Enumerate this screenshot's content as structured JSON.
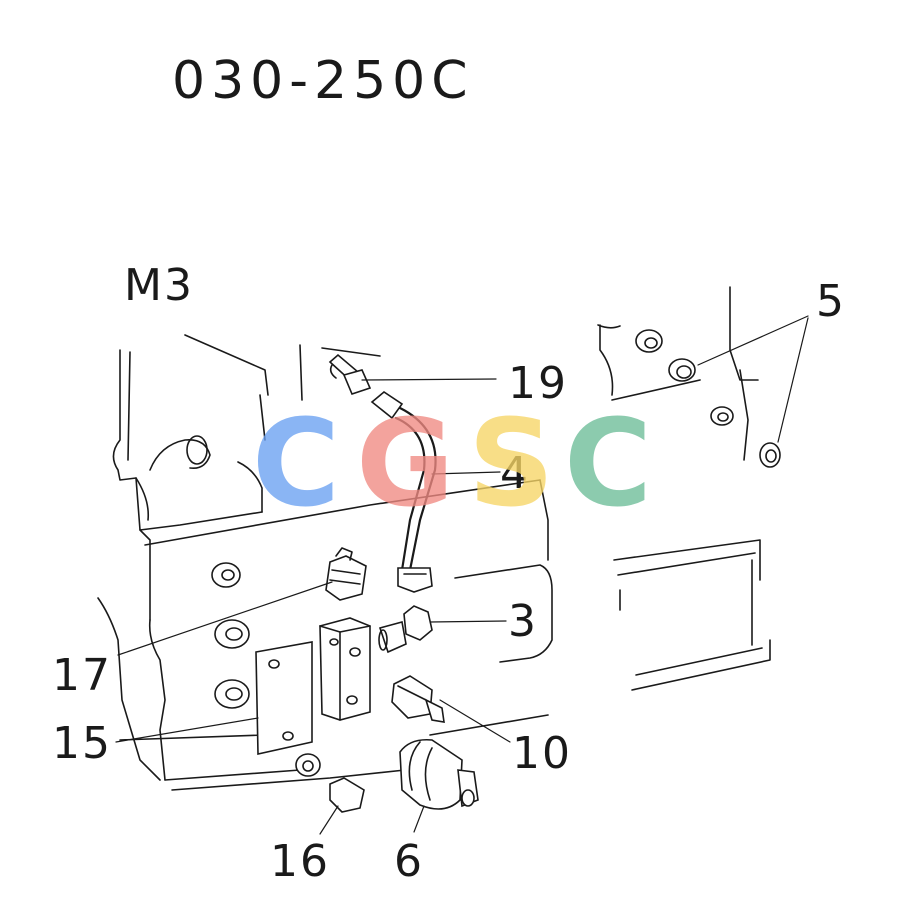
{
  "diagram": {
    "code": "030-250C",
    "view_label": "M3",
    "callouts": [
      "19",
      "5",
      "4",
      "3",
      "17",
      "15",
      "10",
      "16",
      "6"
    ]
  },
  "watermark": {
    "letters": [
      "C",
      "G",
      "S",
      "C"
    ],
    "colors": [
      "#6aa1f2",
      "#f08a82",
      "#f7d666",
      "#6cbd98"
    ]
  },
  "colors": {
    "ink": "#1a1a1a",
    "background": "#ffffff"
  }
}
